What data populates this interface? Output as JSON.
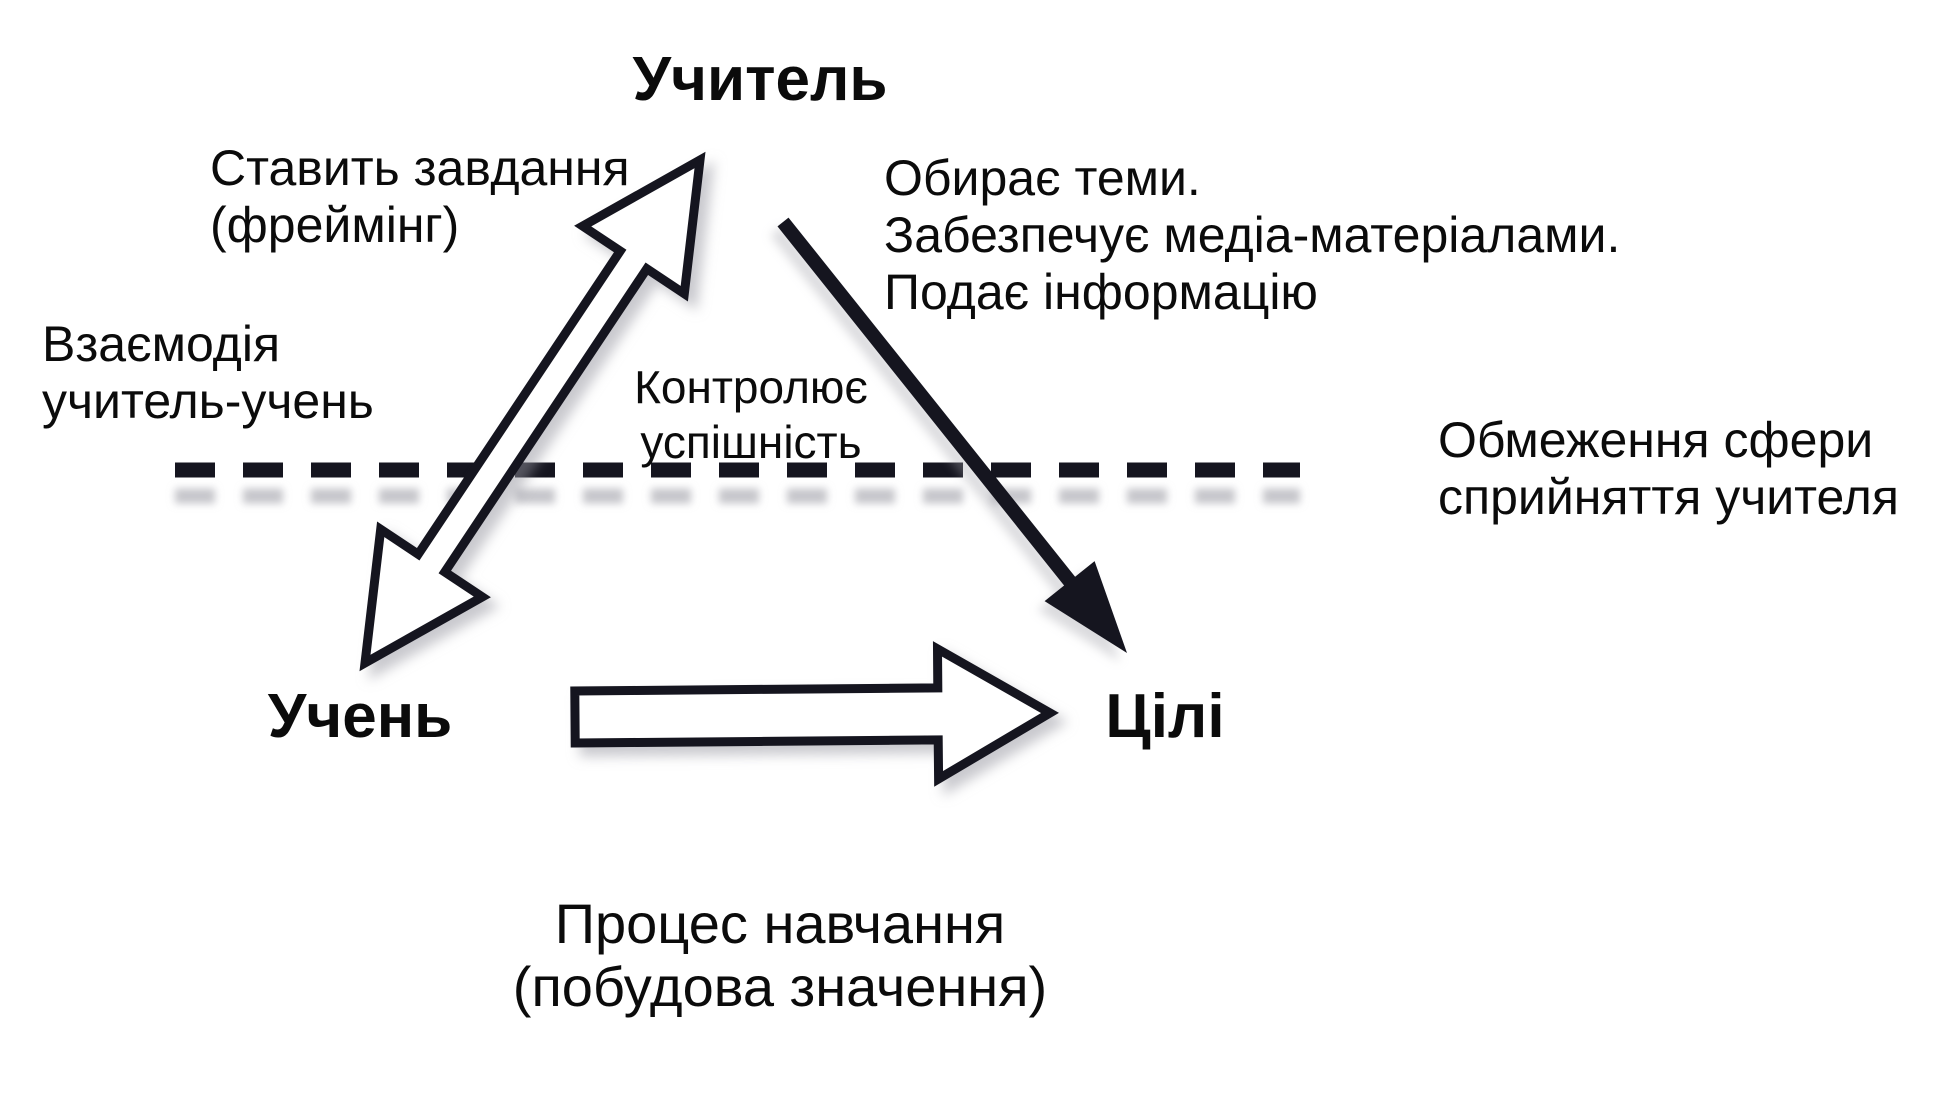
{
  "diagram": {
    "nodes": {
      "teacher": "Учитель",
      "student": "Учень",
      "goals": "Цілі"
    },
    "annotations": {
      "framing": [
        "Ставить завдання",
        "(фреймінг)"
      ],
      "teacher_provides": [
        "Обирає теми.",
        "Забезпечує медіа-матеріалами.",
        "Подає інформацію"
      ],
      "interaction": [
        "Взаємодія",
        "учитель-учень"
      ],
      "controls": [
        "Контролює",
        "успішність"
      ],
      "perception_limit": [
        "Обмеження сфери",
        "сприйняття учителя"
      ],
      "process": [
        "Процес навчання",
        "(побудова значення)"
      ]
    },
    "arrows": {
      "interaction_arrow": "double-headed-outline-arrow-student-teacher",
      "student_to_goals_arrow": "outline-arrow-student-to-goals",
      "teacher_to_goals_arrow": "solid-arrow-teacher-to-goals",
      "boundary_line": "dashed-horizontal-line"
    },
    "colors": {
      "ink": "#15151f",
      "background": "#ffffff",
      "shadow": "#9494a0"
    }
  }
}
